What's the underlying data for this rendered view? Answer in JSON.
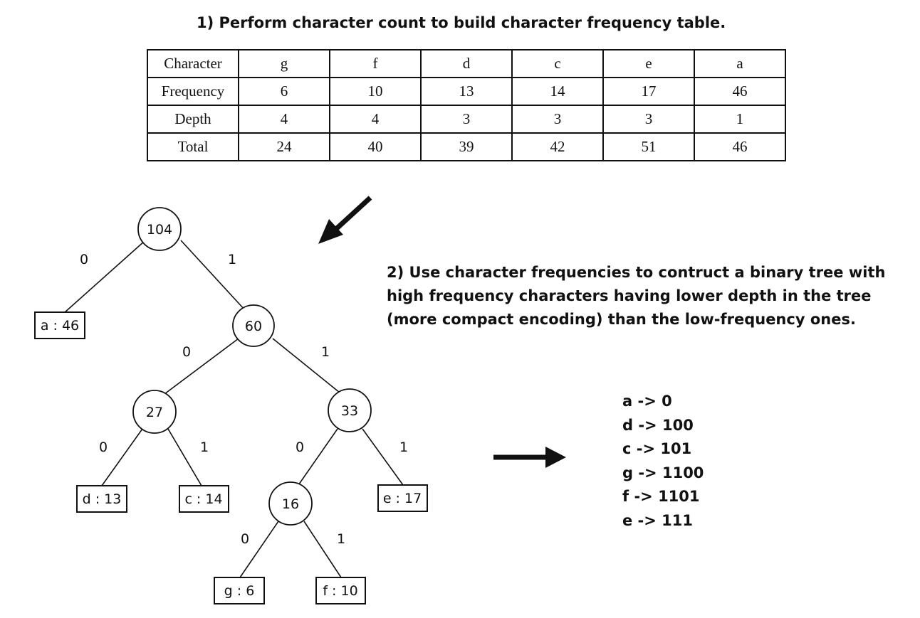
{
  "step1": {
    "title": "1) Perform character count to build character frequency table."
  },
  "table": {
    "rows": [
      {
        "label": "Character",
        "cells": [
          "g",
          "f",
          "d",
          "c",
          "e",
          "a"
        ]
      },
      {
        "label": "Frequency",
        "cells": [
          "6",
          "10",
          "13",
          "14",
          "17",
          "46"
        ]
      },
      {
        "label": "Depth",
        "cells": [
          "4",
          "4",
          "3",
          "3",
          "3",
          "1"
        ]
      },
      {
        "label": "Total",
        "cells": [
          "24",
          "40",
          "39",
          "42",
          "51",
          "46"
        ]
      }
    ]
  },
  "step2": {
    "lines": [
      "2) Use character frequencies to contruct a binary tree with",
      "high frequency characters having lower depth in the tree",
      "(more compact encoding) than the low-frequency ones."
    ]
  },
  "tree": {
    "internal_nodes": [
      "104",
      "60",
      "27",
      "33",
      "16"
    ],
    "leaves": [
      "a : 46",
      "d : 13",
      "c : 14",
      "e : 17",
      "g : 6",
      "f : 10"
    ],
    "edge_labels": [
      "0",
      "1",
      "0",
      "1",
      "0",
      "1",
      "0",
      "1",
      "0",
      "1"
    ]
  },
  "codes": [
    "a -> 0",
    "d -> 100",
    "c -> 101",
    "g -> 1100",
    "f -> 1101",
    "e -> 111"
  ]
}
